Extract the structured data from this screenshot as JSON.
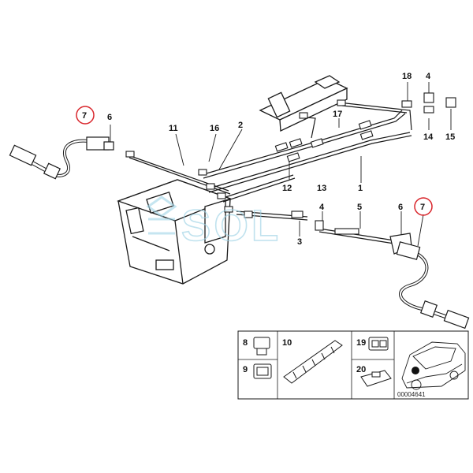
{
  "diagram": {
    "callouts": [
      {
        "id": "c7-left",
        "text": "7",
        "circled": true
      },
      {
        "id": "c6-left",
        "text": "6",
        "circled": false
      },
      {
        "id": "c11",
        "text": "11",
        "circled": false
      },
      {
        "id": "c16",
        "text": "16",
        "circled": false
      },
      {
        "id": "c2",
        "text": "2",
        "circled": false
      },
      {
        "id": "c17",
        "text": "17",
        "circled": false
      },
      {
        "id": "c18",
        "text": "18",
        "circled": false
      },
      {
        "id": "c4-top",
        "text": "4",
        "circled": false
      },
      {
        "id": "c14",
        "text": "14",
        "circled": false
      },
      {
        "id": "c15",
        "text": "15",
        "circled": false
      },
      {
        "id": "c12",
        "text": "12",
        "circled": false
      },
      {
        "id": "c13",
        "text": "13",
        "circled": false
      },
      {
        "id": "c1",
        "text": "1",
        "circled": false
      },
      {
        "id": "c3",
        "text": "3",
        "circled": false
      },
      {
        "id": "c4-mid",
        "text": "4",
        "circled": false
      },
      {
        "id": "c5",
        "text": "5",
        "circled": false
      },
      {
        "id": "c6-right",
        "text": "6",
        "circled": false
      },
      {
        "id": "c7-right",
        "text": "7",
        "circled": true
      }
    ],
    "inset_labels": [
      {
        "id": "i8",
        "text": "8"
      },
      {
        "id": "i9",
        "text": "9"
      },
      {
        "id": "i10",
        "text": "10"
      },
      {
        "id": "i19",
        "text": "19"
      },
      {
        "id": "i20",
        "text": "20"
      }
    ],
    "diagram_code": "00004641",
    "watermark": "SOL",
    "colors": {
      "line": "#1a1a1a",
      "highlight": "#d9262c",
      "watermark": "#9fd3e6"
    }
  }
}
